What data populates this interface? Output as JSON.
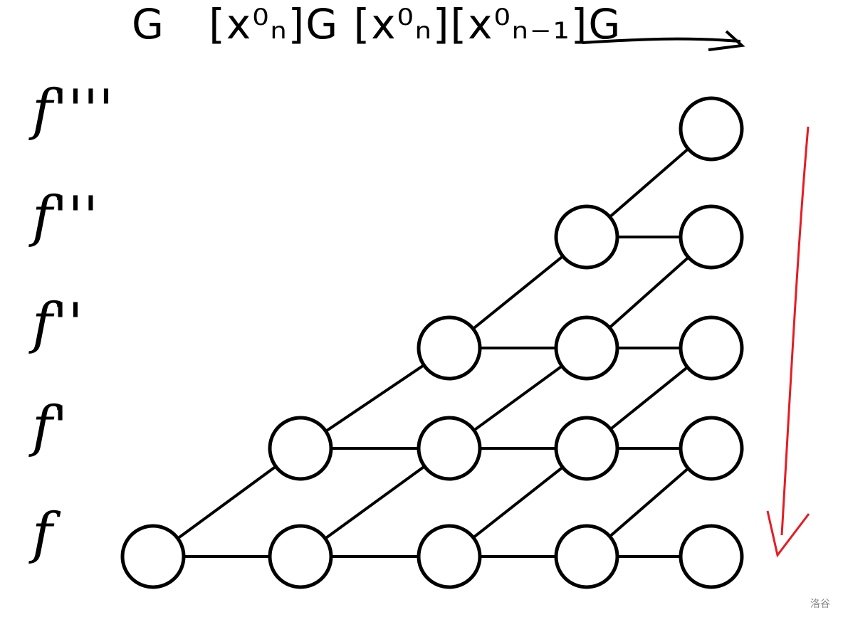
{
  "header": {
    "g0": "G",
    "g1": "[x⁰ₙ]G",
    "g2": "[x⁰ₙ][x⁰ₙ₋₁]G"
  },
  "row_labels": [
    "f",
    "f'",
    "f''",
    "f'''",
    "f''''"
  ],
  "grid": {
    "rows": 5,
    "cols": 5
  },
  "colors": {
    "stroke": "#000000",
    "arrow": "#e51c23"
  },
  "watermark": "洛谷"
}
